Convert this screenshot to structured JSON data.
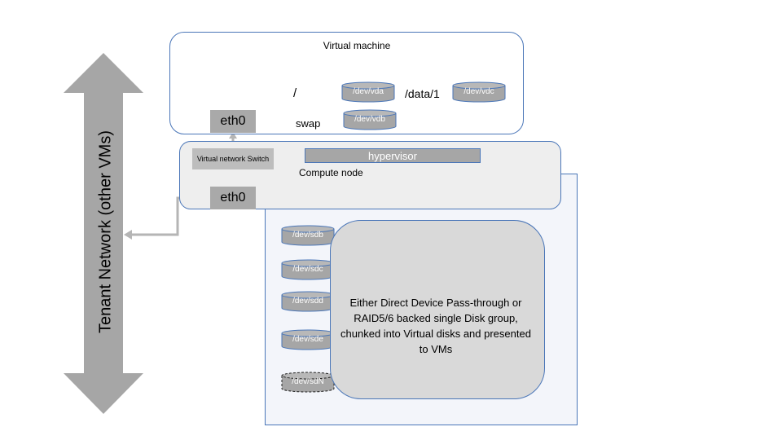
{
  "virtual_machine": {
    "title": "Virtual machine",
    "root_mount": "/",
    "data_mount": "/data/1",
    "swap": "swap",
    "eth": "eth0",
    "disks": {
      "vda": "/dev/vda",
      "vdc": "/dev/vdc",
      "vdb": "/dev/vdb"
    }
  },
  "compute_node": {
    "label": "Compute node",
    "hypervisor": "hypervisor",
    "switch": "Virtual network Switch",
    "eth": "eth0"
  },
  "storage": {
    "disks": [
      "/dev/sdb",
      "/dev/sdc",
      "/dev/sdd",
      "/dev/sde",
      "/dev/sdN"
    ],
    "description": "Either Direct Device Pass-through or RAID5/6 backed single Disk group, chunked into Virtual disks and presented to VMs"
  },
  "tenant_network": "Tenant  Network (other VMs)",
  "colors": {
    "border": "#4a76b8",
    "disk_fill": "#a6a6a6",
    "arrow": "#a6a6a6"
  }
}
